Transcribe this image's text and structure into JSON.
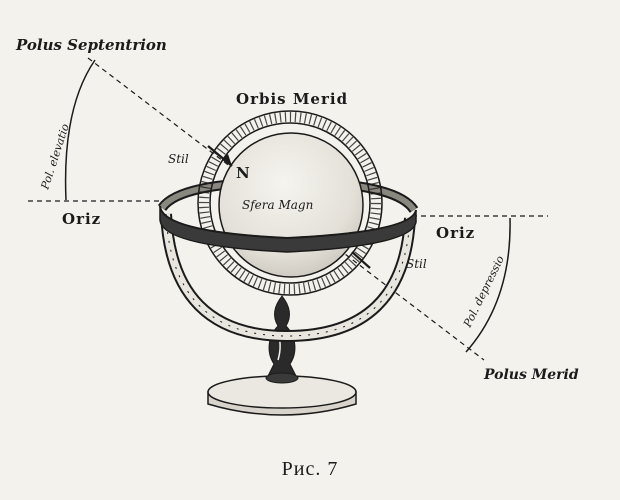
{
  "figure": {
    "caption": "Рис. 7",
    "labels": {
      "polus_septentrion": "Polus Septentrion",
      "pol_elevatio": "Pol. elevatio",
      "orbis_merid": "Orbis Merid",
      "stil_upper": "Stil",
      "north": "N",
      "sfera_magn": "Sfera Magn",
      "oriz_left": "Oriz",
      "oriz_right": "Oriz",
      "stil_lower": "Stil",
      "pol_depressio": "Pol. depressio",
      "polus_merid": "Polus Merid"
    }
  },
  "colors": {
    "ink": "#1b1b1b",
    "paper": "#f4f2ec",
    "sphere_shade": "#dcd9d1"
  }
}
